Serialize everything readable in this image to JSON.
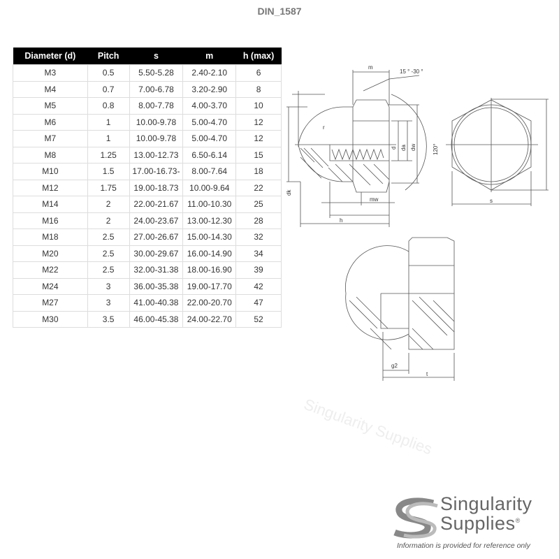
{
  "title": "DIN_1587",
  "table": {
    "headers": [
      "Diameter (d)",
      "Pitch",
      "s",
      "m",
      "h (max)"
    ],
    "rows": [
      [
        "M3",
        "0.5",
        "5.50-5.28",
        "2.40-2.10",
        "6"
      ],
      [
        "M4",
        "0.7",
        "7.00-6.78",
        "3.20-2.90",
        "8"
      ],
      [
        "M5",
        "0.8",
        "8.00-7.78",
        "4.00-3.70",
        "10"
      ],
      [
        "M6",
        "1",
        "10.00-9.78",
        "5.00-4.70",
        "12"
      ],
      [
        "M7",
        "1",
        "10.00-9.78",
        "5.00-4.70",
        "12"
      ],
      [
        "M8",
        "1.25",
        "13.00-12.73",
        "6.50-6.14",
        "15"
      ],
      [
        "M10",
        "1.5",
        "17.00-16.73-",
        "8.00-7.64",
        "18"
      ],
      [
        "M12",
        "1.75",
        "19.00-18.73",
        "10.00-9.64",
        "22"
      ],
      [
        "M14",
        "2",
        "22.00-21.67",
        "11.00-10.30",
        "25"
      ],
      [
        "M16",
        "2",
        "24.00-23.67",
        "13.00-12.30",
        "28"
      ],
      [
        "M18",
        "2.5",
        "27.00-26.67",
        "15.00-14.30",
        "32"
      ],
      [
        "M20",
        "2.5",
        "30.00-29.67",
        "16.00-14.90",
        "34"
      ],
      [
        "M22",
        "2.5",
        "32.00-31.38",
        "18.00-16.90",
        "39"
      ],
      [
        "M24",
        "3",
        "36.00-35.38",
        "19.00-17.70",
        "42"
      ],
      [
        "M27",
        "3",
        "41.00-40.38",
        "22.00-20.70",
        "47"
      ],
      [
        "M30",
        "3.5",
        "46.00-45.38",
        "24.00-22.70",
        "52"
      ]
    ]
  },
  "drawing_labels": {
    "m": "m",
    "angle": "15 ° -30 °",
    "r": "r",
    "d": "d",
    "da": "da",
    "dw": "dw",
    "angle120": "120°",
    "dk": "dk",
    "mw": "mw",
    "h": "h",
    "s": "s",
    "g2": "g2",
    "t": "t"
  },
  "watermark": "Singularity Supplies",
  "logo": {
    "line1": "Singularity",
    "line2": "Supplies",
    "registered": "®",
    "disclaimer": "Information is provided for reference only"
  }
}
